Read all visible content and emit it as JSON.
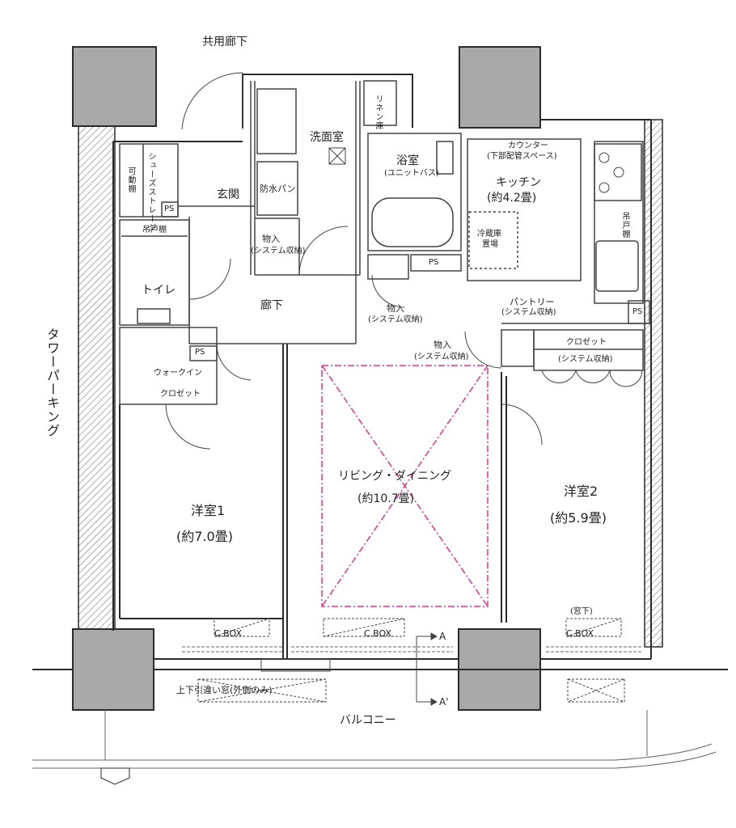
{
  "labels": {
    "common_corridor": "共用廊下",
    "tower_parking": "タワーパーキング",
    "balcony": "バルコニー",
    "sliding_window_note": "上下引違い窓(外側のみ)",
    "entrance": "玄関",
    "shoes_storage": "シューズストレージ",
    "movable_shelf": "可動棚",
    "ps": "PS",
    "toilet": "トイレ",
    "hanging_shelf": "吊戸棚",
    "hallway": "廊下",
    "washroom": "洗面室",
    "waterproof_pan": "防水パン",
    "linen_storage": "リネン庫",
    "bathroom": "浴室",
    "unit_bath": "(ユニットバス)",
    "storage": "物入",
    "system_storage": "(システム収納)",
    "walkin_closet_1": "ウォークイン",
    "walkin_closet_2": "クロゼット",
    "kitchen": "キッチン",
    "kitchen_size": "(約4.2畳)",
    "counter": "カウンター",
    "counter_note": "(下部配管スペース)",
    "fridge_1": "冷蔵庫",
    "fridge_2": "置場",
    "pantry": "パントリー",
    "pantry_note": "(システム収納)",
    "closet": "クロゼット",
    "closet_note": "(システム収納)",
    "living_dining": "リビング・ダイニング",
    "living_size": "(約10.7畳)",
    "western_room_1": "洋室1",
    "western_room_1_size": "(約7.0畳)",
    "western_room_2": "洋室2",
    "western_room_2_size": "(約5.9畳)",
    "cbox": "C.BOX",
    "under_window": "(窓下)",
    "section_a": "A",
    "section_a_prime": "A'"
  },
  "colors": {
    "wall": "#2b2b2b",
    "line": "#444444",
    "accent_pink": "#e0338a",
    "column_fill": "#a9a9a9",
    "hatch": "#777777"
  }
}
